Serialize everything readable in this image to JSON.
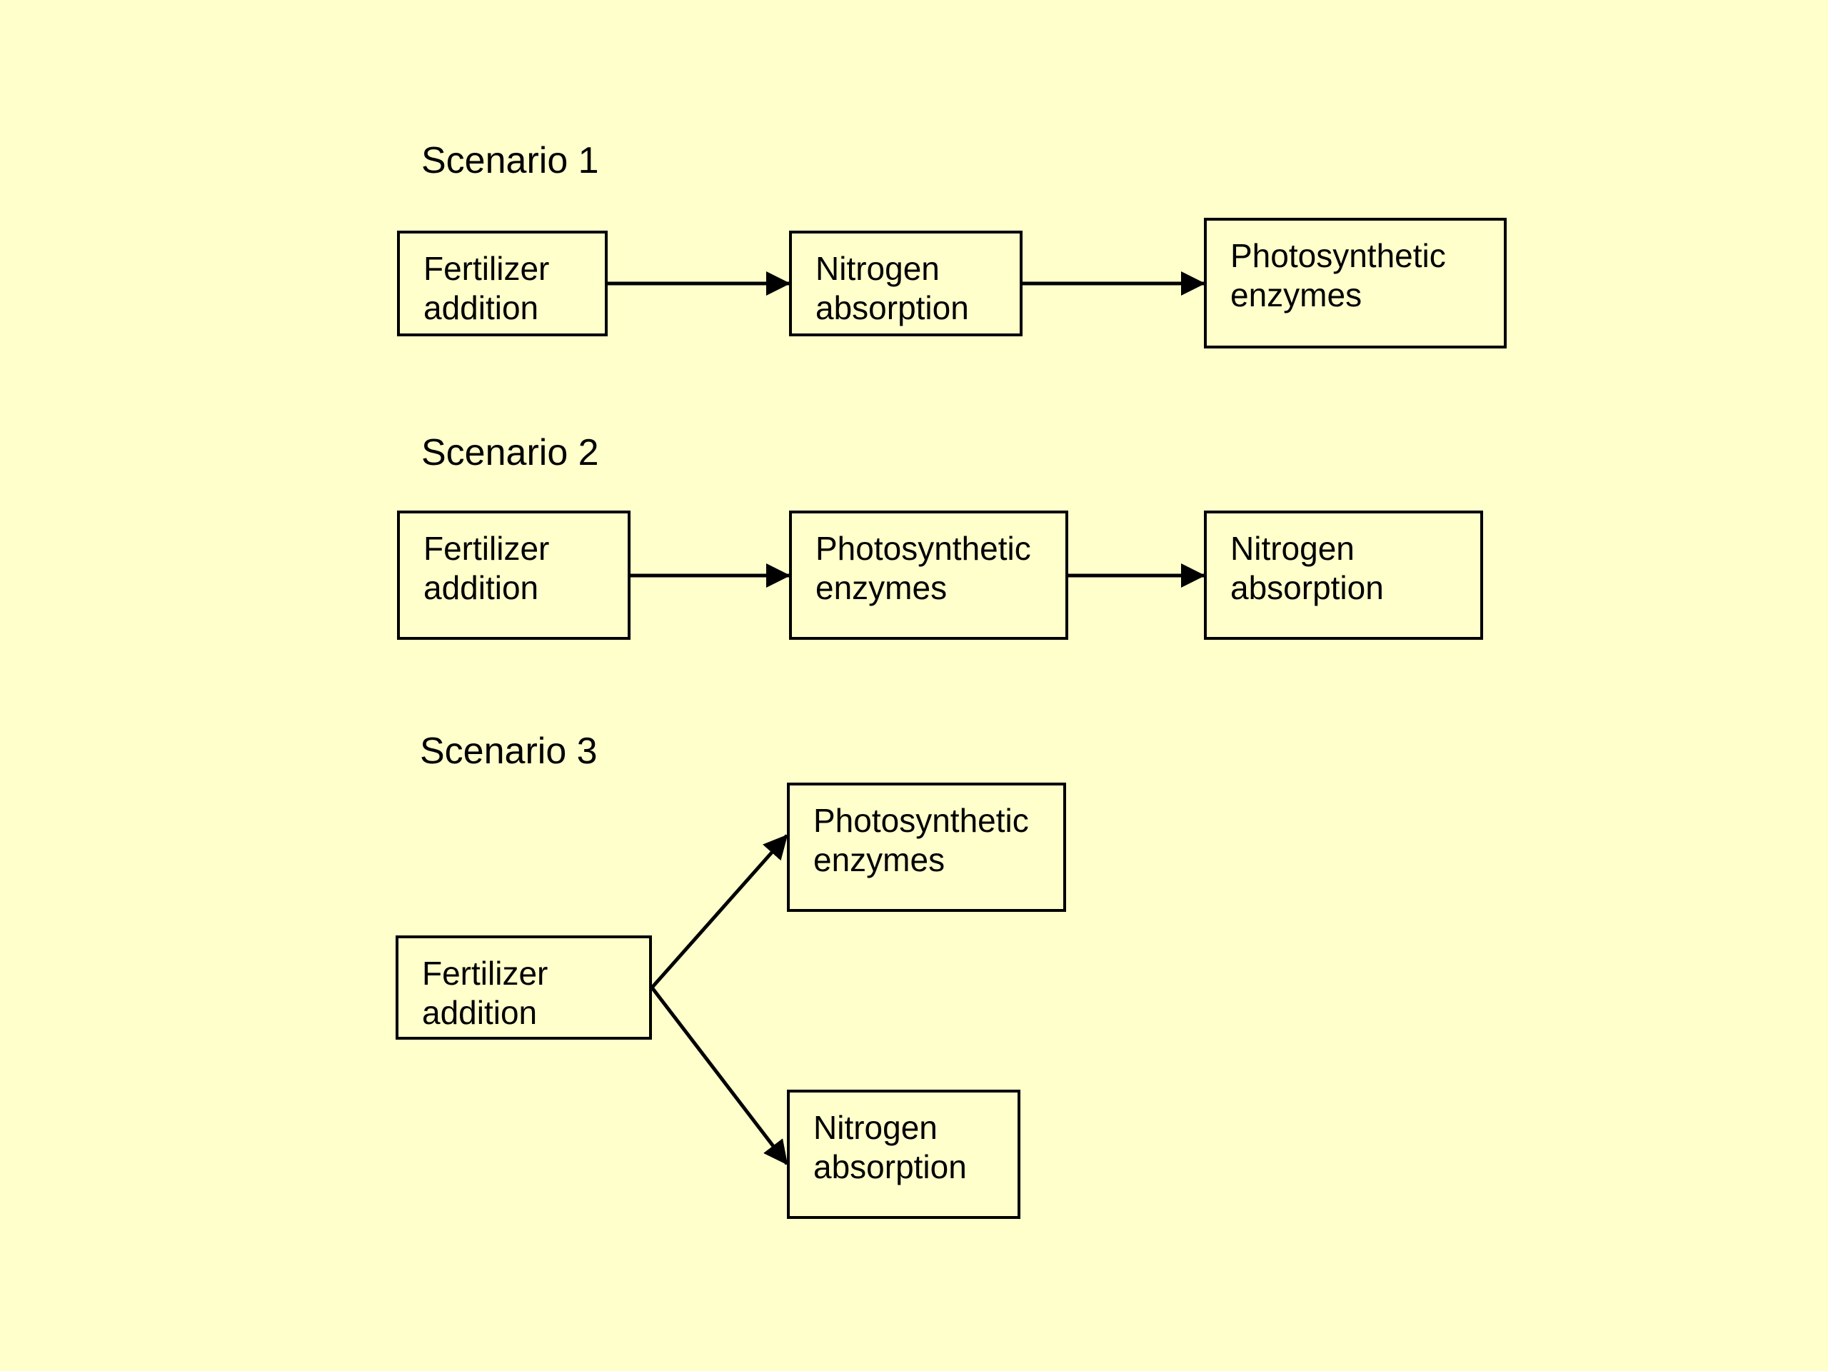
{
  "colors": {
    "background": "#FFFFCC",
    "box_fill": "#FFFFCC",
    "stroke": "#000000",
    "text": "#000000"
  },
  "scenarios": [
    {
      "title": "Scenario 1",
      "boxes": [
        {
          "line1": "Fertilizer",
          "line2": "addition"
        },
        {
          "line1": "Nitrogen",
          "line2": "absorption"
        },
        {
          "line1": "Photosynthetic",
          "line2": "enzymes"
        }
      ]
    },
    {
      "title": "Scenario 2",
      "boxes": [
        {
          "line1": "Fertilizer",
          "line2": "addition"
        },
        {
          "line1": "Photosynthetic",
          "line2": "enzymes"
        },
        {
          "line1": "Nitrogen",
          "line2": "absorption"
        }
      ]
    },
    {
      "title": "Scenario 3",
      "boxes": [
        {
          "line1": "Fertilizer",
          "line2": "addition"
        },
        {
          "line1": "Photosynthetic",
          "line2": "enzymes"
        },
        {
          "line1": "Nitrogen",
          "line2": "absorption"
        }
      ]
    }
  ]
}
